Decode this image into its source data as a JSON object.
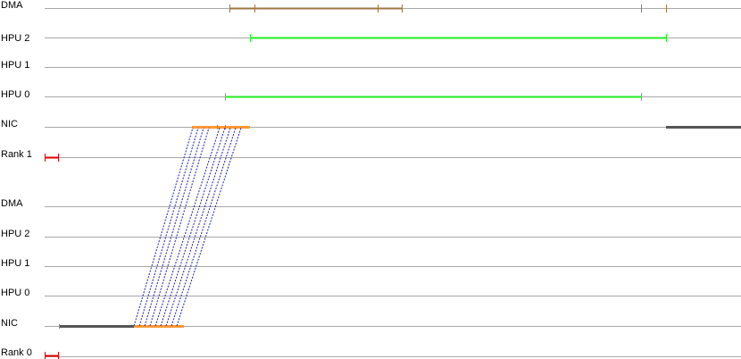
{
  "diagram": {
    "type": "timeline-trace",
    "ranks": [
      {
        "label": "Rank 1",
        "lanes": [
          {
            "label": "DMA"
          },
          {
            "label": "HPU 2"
          },
          {
            "label": "HPU 1"
          },
          {
            "label": "HPU 0"
          },
          {
            "label": "NIC"
          }
        ]
      },
      {
        "label": "Rank 0",
        "lanes": [
          {
            "label": "DMA"
          },
          {
            "label": "HPU 2"
          },
          {
            "label": "HPU 1"
          },
          {
            "label": "HPU 0"
          },
          {
            "label": "NIC"
          }
        ]
      }
    ],
    "colors": {
      "lane_line": "#a8a8a8",
      "dma": "#a07840",
      "hpu": "#22ee22",
      "nic_active": "#ff9933",
      "nic_idle": "#555555",
      "rank_marker": "#e00000",
      "message": "#1a1acc"
    },
    "legend": "none",
    "grid": false
  }
}
